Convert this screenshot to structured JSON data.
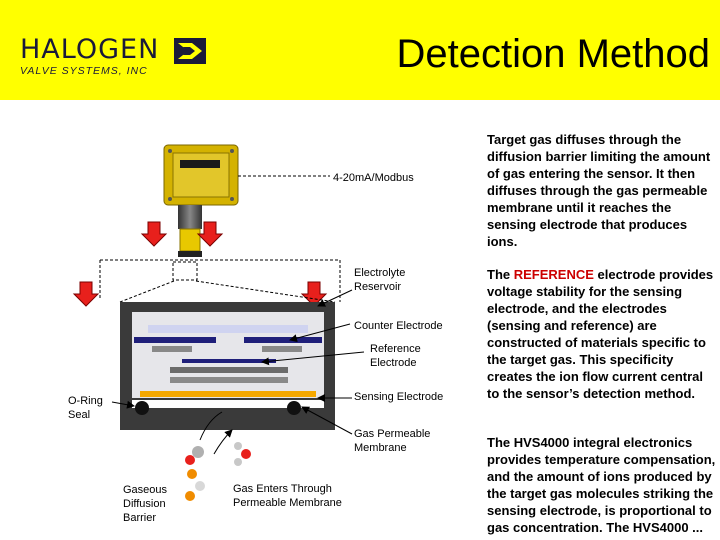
{
  "header": {
    "logo_main": "HALOGEN",
    "logo_sub": "VALVE SYSTEMS, INC",
    "title": "Detection Method"
  },
  "labels": {
    "signal": "4-20mA/Modbus",
    "electrolyte": "Electrolyte\nReservoir",
    "counter": "Counter Electrode",
    "reference": "Reference\nElectrode",
    "sensing": "Sensing Electrode",
    "oring": "O-Ring\nSeal",
    "gas_membrane": "Gas Permeable\nMembrane",
    "gaseous": "Gaseous\nDiffusion\nBarrier",
    "gas_enters": "Gas Enters Through\nPermeable Membrane"
  },
  "description": {
    "p1": "Target gas diffuses through the diffusion barrier limiting the amount of gas entering the sensor. It then diffuses through the gas permeable membrane until it reaches the sensing electrode that produces ions.",
    "p2_before": "The ",
    "p2_highlight": "REFERENCE",
    "p2_after": " electrode provides voltage stability for the sensing electrode, and the electrodes (sensing and reference) are constructed of materials specific to the target gas. This specificity creates the ion flow current central to the sensor’s detection method.",
    "p3": "The HVS4000 integral electronics provides temperature compensation, and the amount of ions produced by the target gas molecules striking the sensing electrode, is proportional to gas concentration. The HVS4000 ..."
  },
  "colors": {
    "header_bg": "#ffff00",
    "highlight": "#cc0000",
    "arrow": "#e8201c"
  }
}
